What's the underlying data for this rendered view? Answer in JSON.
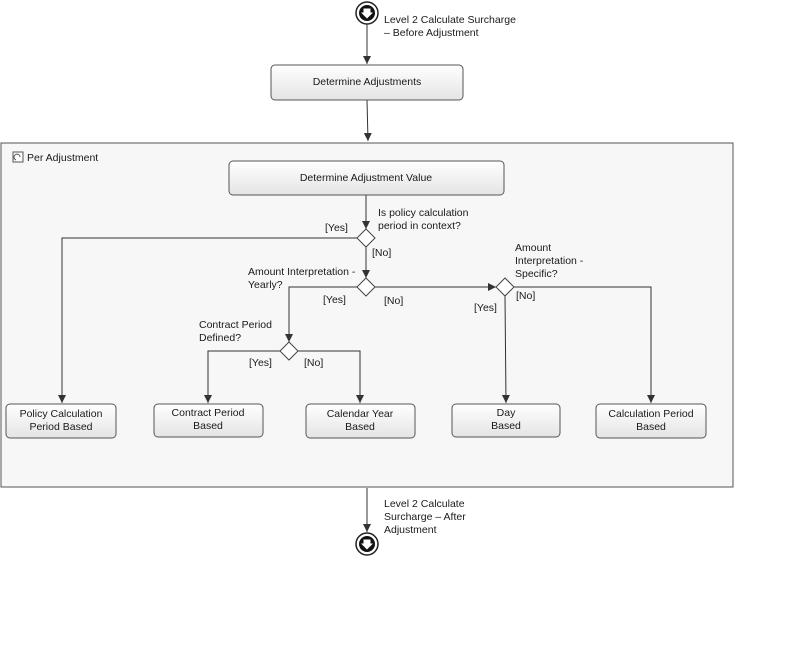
{
  "start_node": {
    "label_lines": [
      "Level 2 Calculate Surcharge",
      "– Before Adjustment"
    ]
  },
  "end_node": {
    "label_lines": [
      "Level 2 Calculate",
      "Surcharge – After",
      "Adjustment"
    ]
  },
  "activities": {
    "determine_adjustments": "Determine Adjustments",
    "determine_adjustment_value": "Determine Adjustment Value"
  },
  "loop_region": {
    "title": "Per Adjustment"
  },
  "decisions": {
    "policy_period_in_context": [
      "Is policy calculation",
      "period in context?"
    ],
    "amount_yearly": [
      "Amount Interpretation -",
      "Yearly?"
    ],
    "amount_specific": [
      "Amount",
      "Interpretation -",
      "Specific?"
    ],
    "contract_period_defined": [
      "Contract Period",
      "Defined?"
    ]
  },
  "guards": {
    "yes": "[Yes]",
    "no": "[No]"
  },
  "outcomes": {
    "policy_calculation_period_based": [
      "Policy Calculation",
      "Period Based"
    ],
    "contract_period_based": [
      "Contract Period",
      "Based"
    ],
    "calendar_year_based": [
      "Calendar Year",
      "Based"
    ],
    "day_based": [
      "Day",
      "Based"
    ],
    "calculation_period_based": [
      "Calculation Period",
      "Based"
    ]
  }
}
